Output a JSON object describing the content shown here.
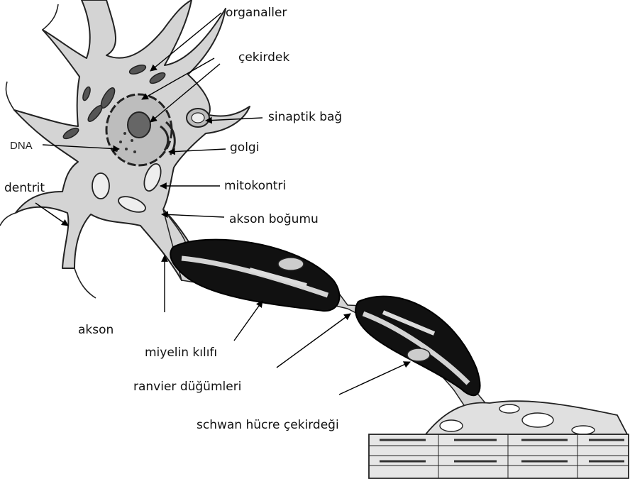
{
  "labels": {
    "organaller": "organaller",
    "cekirdek": "çekirdek",
    "sinaptik": "sinaptik bağ",
    "dna": "DNA",
    "golgi": "golgi",
    "dentrit": "dentrit",
    "mitokontri": "mitokontri",
    "akson_bogumu": "akson boğumu",
    "akson": "akson",
    "miyelin": "miyelin kılıfı",
    "ranvier": "ranvier düğümleri",
    "schwan": "schwan hücre çekirdeği"
  },
  "colors": {
    "cell": "#d4d4d4",
    "outline": "#222222",
    "myelin": "#111111",
    "muscle": "#e6e6e6"
  }
}
